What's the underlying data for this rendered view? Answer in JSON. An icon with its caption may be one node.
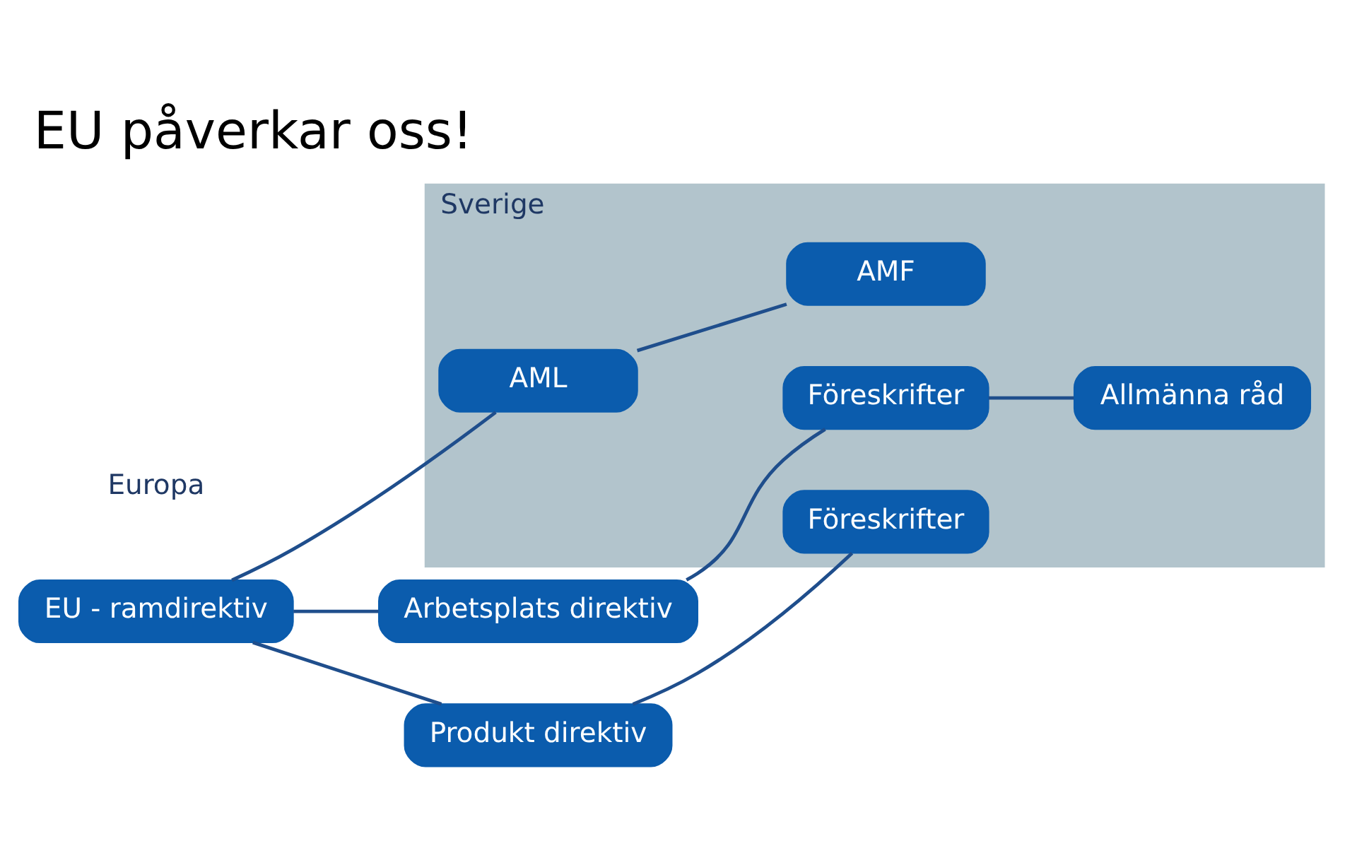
{
  "diagram": {
    "title": "EU påverkar oss!",
    "nodes": [
      {
        "text": [
          "Sverige"
        ]
      },
      {
        "text": [
          "Arbetsplats direktiv"
        ]
      },
      {
        "text": [
          "Föreskrifter"
        ],
        "in": 0
      },
      {
        "text": [
          "Allmänna råd"
        ],
        "in": 0
      },
      {
        "text": [
          "EU - ramdirektiv"
        ]
      },
      {
        "text": [
          "AML"
        ],
        "in": 0
      },
      {
        "text": [
          "AMF"
        ],
        "in": 0
      },
      {
        "text": [
          "Produkt direktiv"
        ]
      },
      {
        "text": [
          "Föreskrifter"
        ],
        "in": 0
      }
    ],
    "edges": [
      {
        "from": 4,
        "to": 1,
        "arrow": "none"
      },
      {
        "from": 4,
        "to": 5,
        "arrow": "none"
      },
      {
        "from": 4,
        "to": 7,
        "arrow": "none"
      },
      {
        "from": 1,
        "to": 2,
        "arrow": "none"
      },
      {
        "from": 2,
        "to": 3,
        "arrow": "none"
      },
      {
        "from": 5,
        "to": 6,
        "arrow": "none"
      },
      {
        "from": 7,
        "to": 8,
        "arrow": "none"
      }
    ],
    "labels": [
      "Europa"
    ]
  }
}
